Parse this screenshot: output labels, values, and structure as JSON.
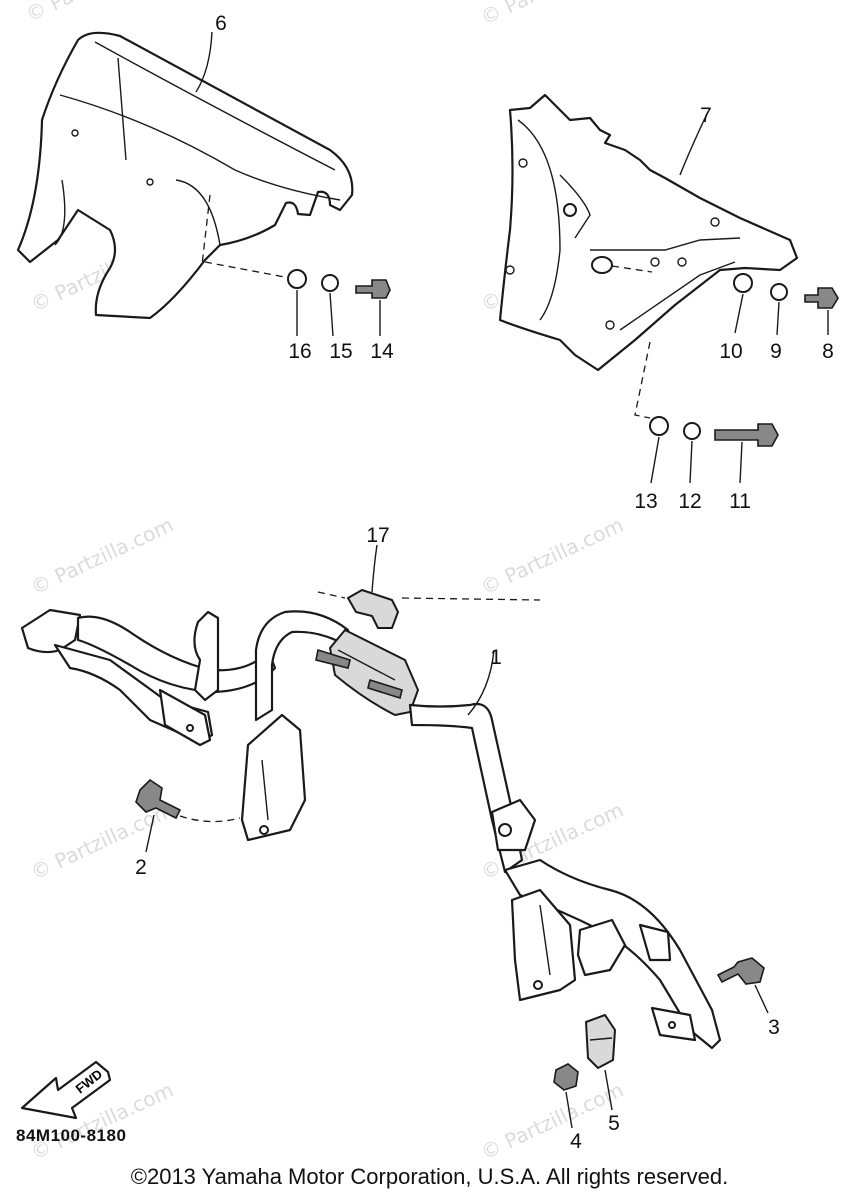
{
  "watermark": "© Partzilla.com",
  "diagram_code": "84M100-8180",
  "copyright": "©2013  Yamaha Motor Corporation, U.S.A. All rights reserved.",
  "fwd_label": "FWD",
  "callouts": {
    "p1": "1",
    "p2": "2",
    "p3": "3",
    "p4": "4",
    "p5": "5",
    "p6": "6",
    "p7": "7",
    "p8": "8",
    "p9": "9",
    "p10": "10",
    "p11": "11",
    "p12": "12",
    "p13": "13",
    "p14": "14",
    "p15": "15",
    "p16": "16",
    "p17": "17"
  }
}
